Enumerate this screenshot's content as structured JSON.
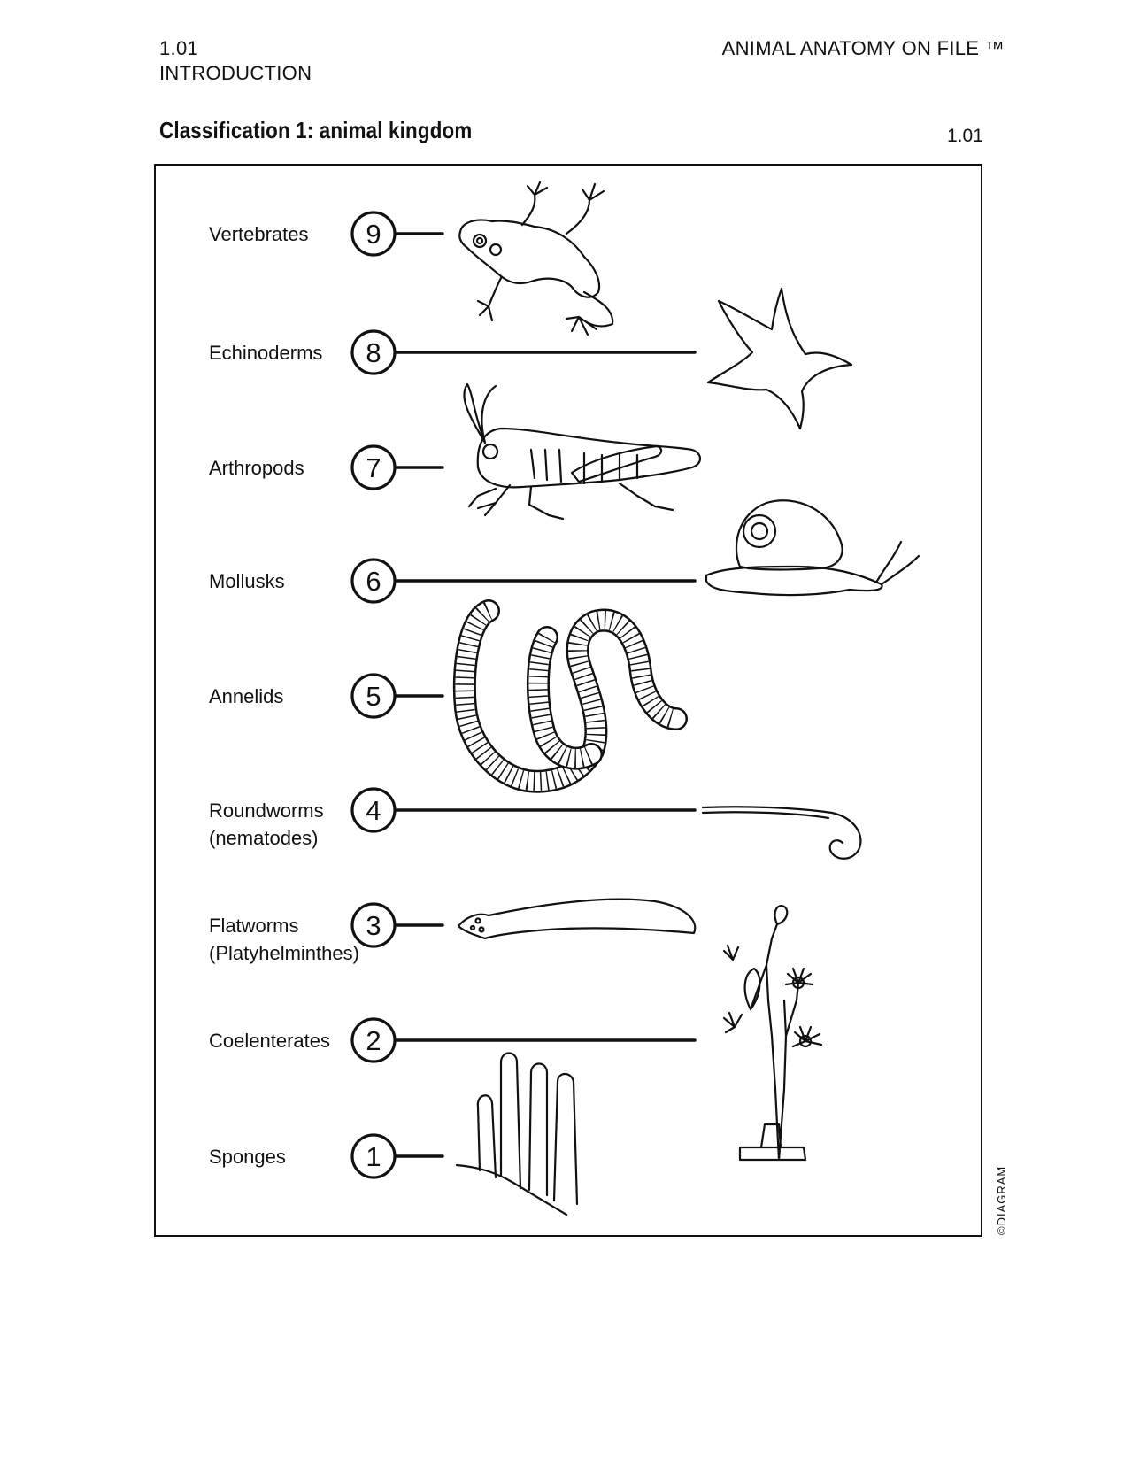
{
  "header": {
    "section_number": "1.01",
    "section_name": "INTRODUCTION",
    "series": "ANIMAL ANATOMY ON FILE ™"
  },
  "title": "Classification 1: animal kingdom",
  "page_number": "1.01",
  "groups": [
    {
      "number": "9",
      "label": "Vertebrates",
      "subtitle": "",
      "animal": "frog"
    },
    {
      "number": "8",
      "label": "Echinoderms",
      "subtitle": "",
      "animal": "starfish"
    },
    {
      "number": "7",
      "label": "Arthropods",
      "subtitle": "",
      "animal": "grasshopper"
    },
    {
      "number": "6",
      "label": "Mollusks",
      "subtitle": "",
      "animal": "snail"
    },
    {
      "number": "5",
      "label": "Annelids",
      "subtitle": "",
      "animal": "earthworm"
    },
    {
      "number": "4",
      "label": "Roundworms",
      "subtitle": "(nematodes)",
      "animal": "nematode"
    },
    {
      "number": "3",
      "label": "Flatworms",
      "subtitle": "(Platyhelminthes)",
      "animal": "planarian"
    },
    {
      "number": "2",
      "label": "Coelenterates",
      "subtitle": "",
      "animal": "hydroid"
    },
    {
      "number": "1",
      "label": "Sponges",
      "subtitle": "",
      "animal": "sponge"
    }
  ],
  "copyright": "©DIAGRAM"
}
